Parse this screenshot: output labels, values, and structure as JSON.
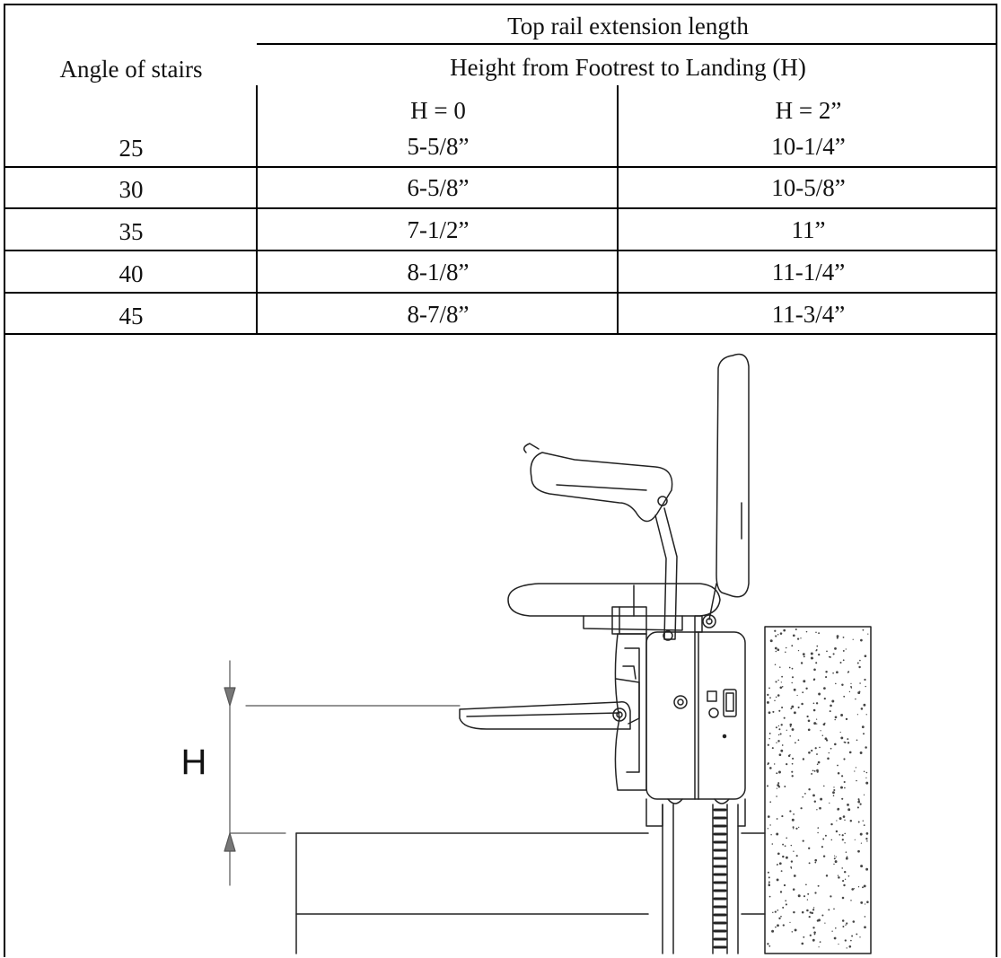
{
  "table": {
    "title": "Top rail extension length",
    "row_header": "Angle of stairs",
    "sub_header": "Height from Footrest to Landing (H)",
    "columns": [
      "H = 0",
      "H = 2”"
    ],
    "rows": [
      {
        "angle": "25",
        "h0": "5-5/8”",
        "h2": "10-1/4”"
      },
      {
        "angle": "30",
        "h0": "6-5/8”",
        "h2": "10-5/8”"
      },
      {
        "angle": "35",
        "h0": "7-1/2”",
        "h2": "11”"
      },
      {
        "angle": "40",
        "h0": "8-1/8”",
        "h2": "11-1/4”"
      },
      {
        "angle": "45",
        "h0": "8-7/8”",
        "h2": "11-3/4”"
      }
    ]
  },
  "diagram": {
    "dimension_label": "H"
  }
}
